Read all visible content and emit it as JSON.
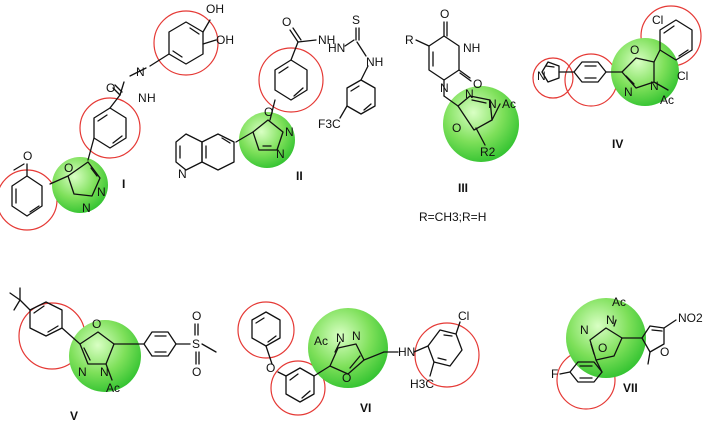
{
  "colors": {
    "highlight_red": "#e53935",
    "highlight_green_center": "#c8f7a8",
    "highlight_green_edge": "#2ec12e",
    "bond": "#111111"
  },
  "compounds": [
    {
      "label": "I"
    },
    {
      "label": "II"
    },
    {
      "label": "III"
    },
    {
      "label": "IV"
    },
    {
      "label": "V"
    },
    {
      "label": "VI"
    },
    {
      "label": "VII"
    }
  ],
  "substituent_note": "R=CH3;R=H",
  "atoms": {
    "oh1": "OH",
    "oh2": "OH",
    "n1": "N",
    "n2": "N",
    "h": "H",
    "o_methoxy": "O",
    "ring_o": "O",
    "ring_n": "N",
    "s": "S",
    "nh": "NH",
    "hn": "HN",
    "f3c": "F3C",
    "r": "R",
    "r2": "R2",
    "ac": "Ac",
    "cl": "Cl",
    "f": "F",
    "no2": "NO2",
    "h3c": "H3C"
  }
}
